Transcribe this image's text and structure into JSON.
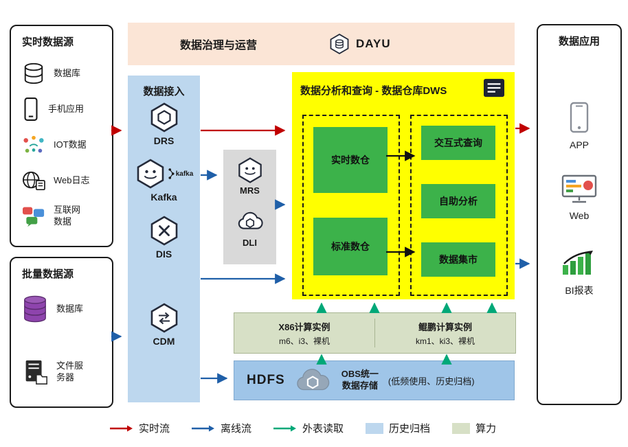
{
  "realtime_sources": {
    "title": "实时数据源",
    "items": [
      {
        "label": "数据库"
      },
      {
        "label": "手机应用"
      },
      {
        "label": "IOT数据"
      },
      {
        "label": "Web日志"
      },
      {
        "label": "互联网数据"
      }
    ]
  },
  "batch_sources": {
    "title": "批量数据源",
    "items": [
      {
        "label": "数据库"
      },
      {
        "label": "文件服务器"
      }
    ]
  },
  "governance": {
    "title": "数据治理与运营",
    "product": "DAYU"
  },
  "data_access": {
    "title": "数据接入",
    "services": [
      {
        "name": "DRS"
      },
      {
        "name": "Kafka",
        "wordmark": "kafka"
      },
      {
        "name": "DIS"
      },
      {
        "name": "CDM"
      }
    ]
  },
  "processing": {
    "services": [
      {
        "name": "MRS"
      },
      {
        "name": "DLI"
      }
    ]
  },
  "dws": {
    "title": "数据分析和查询 - 数据仓库DWS",
    "warehouse_modules": [
      "实时数仓",
      "标准数仓"
    ],
    "analysis_modules": [
      "交互式查询",
      "自助分析",
      "数据集市"
    ]
  },
  "compute_instances": {
    "x86_title": "X86计算实例",
    "x86_models": "m6、i3、裸机",
    "kunpeng_title": "鲲鹏计算实例",
    "kunpeng_models": "km1、ki3、裸机"
  },
  "storage": {
    "hdfs_label": "HDFS",
    "obs_label_line1": "OBS统一",
    "obs_label_line2": "数据存储",
    "usage_note": "(低频使用、历史归档)"
  },
  "applications": {
    "title": "数据应用",
    "items": [
      {
        "label": "APP"
      },
      {
        "label": "Web"
      },
      {
        "label": "BI报表"
      }
    ]
  },
  "legend": {
    "realtime_flow": "实时流",
    "offline_flow": "离线流",
    "external_read": "外表读取",
    "history_archive": "历史归档",
    "compute_power": "算力"
  },
  "colors": {
    "realtime_flow": "#c00000",
    "offline_flow": "#1f5fa8",
    "external_read": "#00a878",
    "governance_fill": "#fbe5d6",
    "access_fill": "#bdd7ee",
    "dws_fill": "#ffff00",
    "module_green": "#3cb24a",
    "compute_fill": "#d7e0c6",
    "storage_fill": "#9fc5e8",
    "processing_fill": "#d9d9d9",
    "archive_fill": "#bdd7ee"
  }
}
